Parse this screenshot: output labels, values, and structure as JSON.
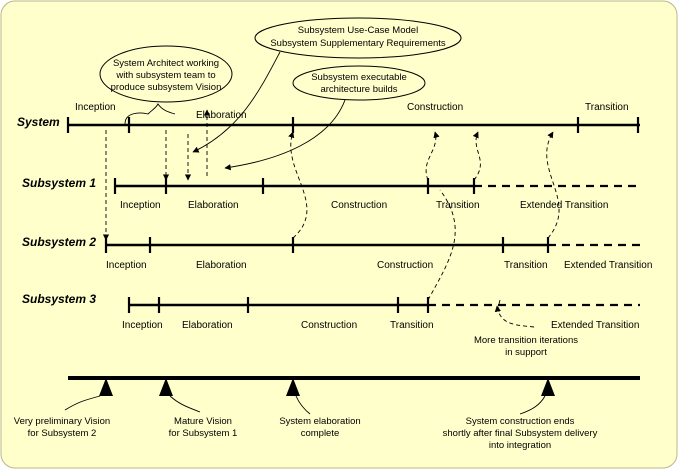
{
  "rows": {
    "system": "System",
    "subsystem1": "Subsystem 1",
    "subsystem2": "Subsystem 2",
    "subsystem3": "Subsystem 3"
  },
  "system_phases": {
    "inception": "Inception",
    "elaboration": "Elaboration",
    "construction": "Construction",
    "transition": "Transition"
  },
  "sub1_phases": {
    "inception": "Inception",
    "elaboration": "Elaboration",
    "construction": "Construction",
    "transition": "Transition",
    "extended": "Extended Transition"
  },
  "sub2_phases": {
    "inception": "Inception",
    "elaboration": "Elaboration",
    "construction": "Construction",
    "transition": "Transition",
    "extended": "Extended Transition"
  },
  "sub3_phases": {
    "inception": "Inception",
    "elaboration": "Elaboration",
    "construction": "Construction",
    "transition": "Transition",
    "extended": "Extended Transition"
  },
  "callouts": {
    "architect": [
      "System Architect working",
      "with subsystem team to",
      "produce subsystem Vision"
    ],
    "usecase": [
      "Subsystem Use-Case Model",
      "Subsystem Supplementary Requirements"
    ],
    "executable": [
      "Subsystem executable",
      "architecture builds"
    ],
    "more_transition": [
      "More transition iterations",
      "in support"
    ]
  },
  "milestones": {
    "prelim_vision": [
      "Very preliminary Vision",
      "for Subsystem 2"
    ],
    "mature_vision": [
      "Mature Vision",
      "for Subsystem 1"
    ],
    "sys_elab_complete": [
      "System elaboration",
      "complete"
    ],
    "construction_ends": [
      "System construction ends",
      "shortly after final Subsystem delivery",
      "into integration"
    ]
  },
  "colors": {
    "background": "#ffffcc",
    "callout_fill": "#ffffcc",
    "ink": "#000000"
  }
}
